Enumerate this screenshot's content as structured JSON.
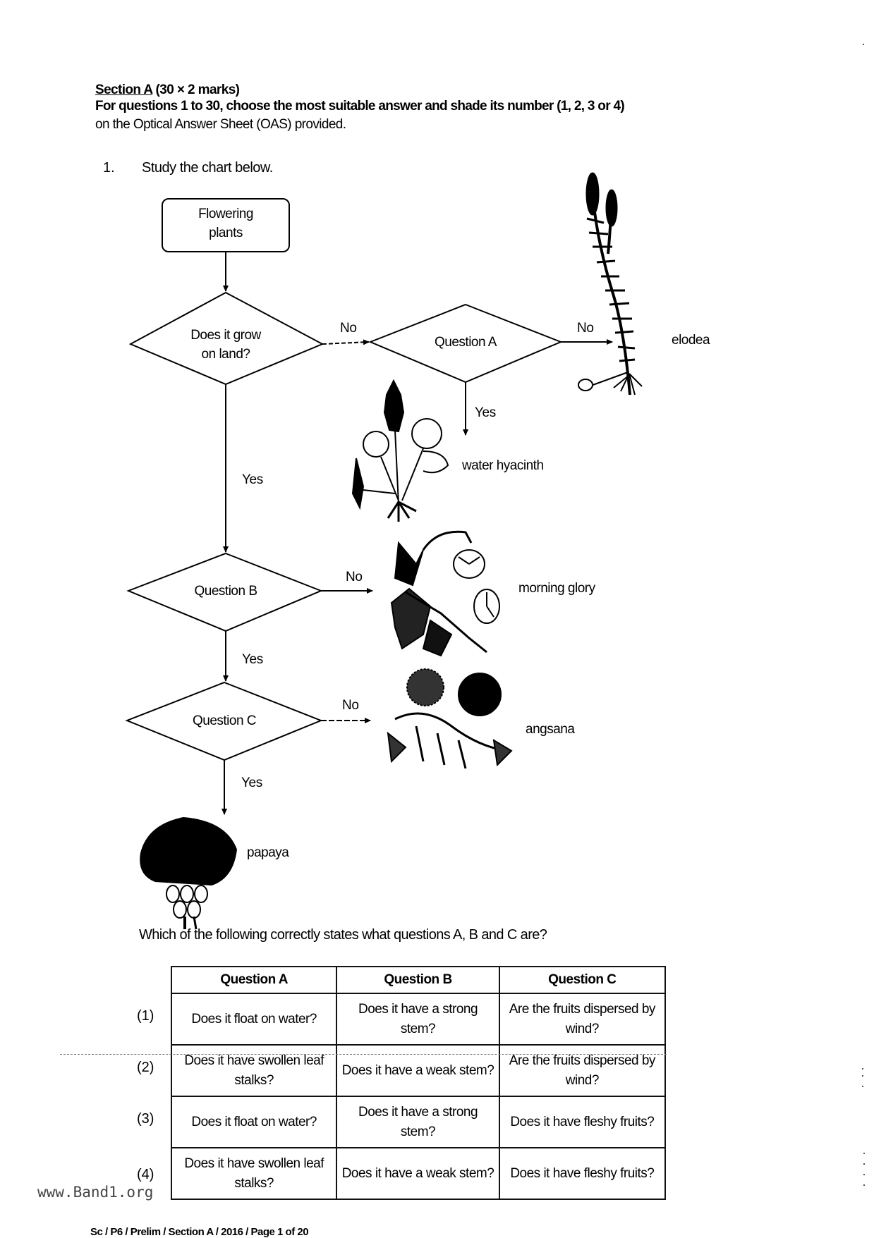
{
  "section": {
    "title": "Section A",
    "marks": "(30 × 2 marks)",
    "instructions": [
      "For questions 1 to 30, choose the most suitable answer and shade its number (1, 2, 3 or 4)",
      "on the Optical Answer Sheet (OAS) provided."
    ]
  },
  "question": {
    "number": "1.",
    "prompt": "Study the chart below.",
    "flowchart": {
      "start": [
        "Flowering",
        "plants"
      ],
      "nodes": {
        "land": [
          "Does it grow",
          "on land?"
        ],
        "a": "Question A",
        "b": "Question B",
        "c": "Question C"
      },
      "edge_labels": {
        "land_no": "No",
        "land_yes": "Yes",
        "a_no": "No",
        "a_yes": "Yes",
        "b_no": "No",
        "b_yes": "Yes",
        "c_no": "No",
        "c_yes": "Yes"
      },
      "plants": {
        "elodea": "elodea",
        "water_hyacinth": "water hyacinth",
        "morning_glory": "morning glory",
        "angsana": "angsana",
        "papaya": "papaya"
      }
    },
    "ask": "Which of the following correctly states what questions A, B and C are?",
    "table": {
      "headers": [
        "Question A",
        "Question B",
        "Question C"
      ],
      "rows": [
        {
          "label": "(1)",
          "cells": [
            "Does it float on water?",
            "Does it have a strong stem?",
            "Are the fruits dispersed by wind?"
          ]
        },
        {
          "label": "(2)",
          "cells": [
            "Does it have swollen leaf stalks?",
            "Does it have a weak stem?",
            "Are the fruits dispersed by wind?"
          ]
        },
        {
          "label": "(3)",
          "cells": [
            "Does it float on water?",
            "Does it have a strong stem?",
            "Does it have fleshy fruits?"
          ]
        },
        {
          "label": "(4)",
          "cells": [
            "Does it have swollen leaf stalks?",
            "Does it have a weak stem?",
            "Does it have fleshy fruits?"
          ]
        }
      ]
    }
  },
  "watermark": "www.Band1.org",
  "footer": "Sc / P6 / Prelim / Section A / 2016 / Page 1 of 20"
}
